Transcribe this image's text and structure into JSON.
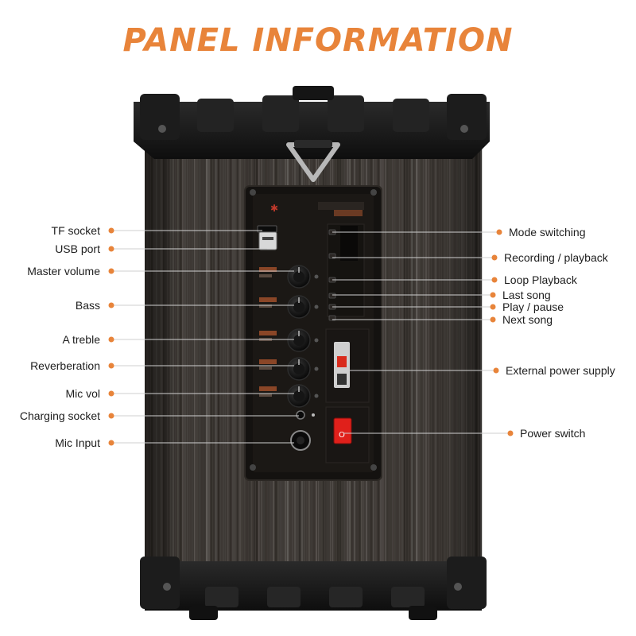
{
  "title": "PANEL INFORMATION",
  "colors": {
    "accent": "#e8843a",
    "leader": "#e8843a",
    "label_text": "#1e1e1e",
    "cabinet_dark": "#1a1a1a",
    "wood_base": "#3d3834",
    "panel": "#141210",
    "knob": "#0d0d0d",
    "power_switch": "#e0201b"
  },
  "left_labels": [
    {
      "id": "tf-socket",
      "text": "TF socket"
    },
    {
      "id": "usb-port",
      "text": "USB port"
    },
    {
      "id": "master-volume",
      "text": "Master volume"
    },
    {
      "id": "bass",
      "text": "Bass"
    },
    {
      "id": "treble",
      "text": "A treble"
    },
    {
      "id": "reverberation",
      "text": "Reverberation"
    },
    {
      "id": "mic-vol",
      "text": "Mic vol"
    },
    {
      "id": "charging-socket",
      "text": "Charging socket"
    },
    {
      "id": "mic-input",
      "text": "Mic Input"
    }
  ],
  "right_labels": [
    {
      "id": "mode-switching",
      "text": "Mode switching"
    },
    {
      "id": "recording-playback",
      "text": "Recording / playback"
    },
    {
      "id": "loop-playback",
      "text": "Loop Playback"
    },
    {
      "id": "last-song",
      "text": "Last song"
    },
    {
      "id": "play-pause",
      "text": "Play / pause"
    },
    {
      "id": "next-song",
      "text": "Next song"
    },
    {
      "id": "external-power-supply",
      "text": "External power supply"
    },
    {
      "id": "power-switch",
      "text": "Power switch"
    }
  ]
}
